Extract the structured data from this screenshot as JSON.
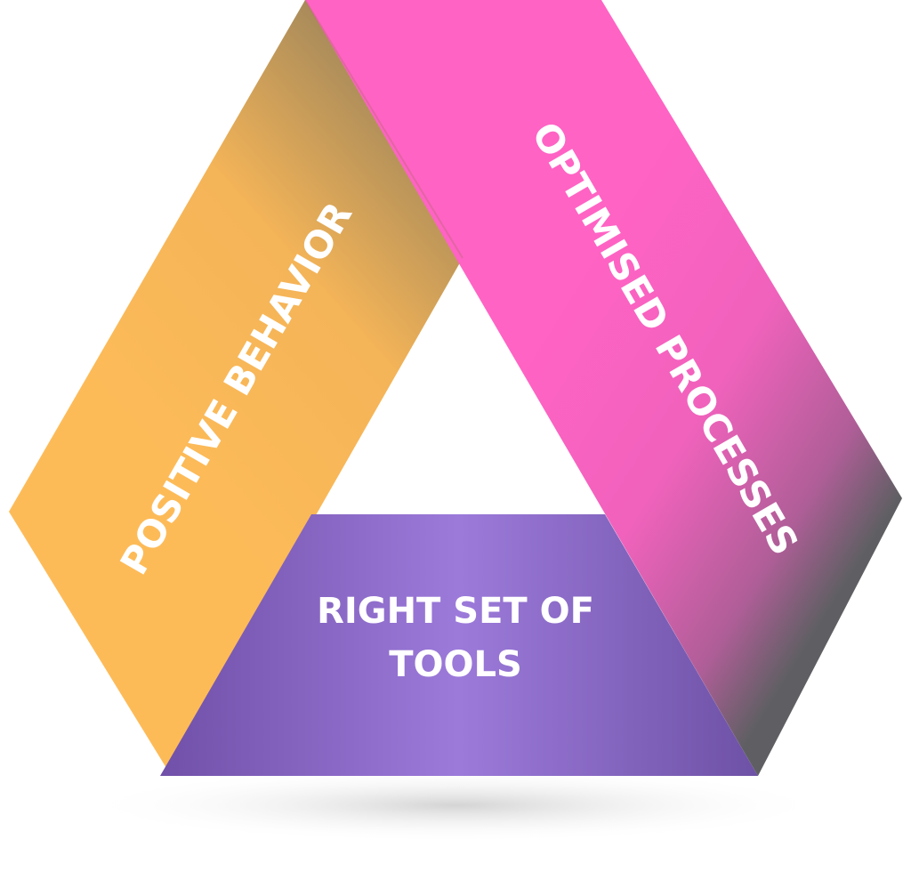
{
  "diagram": {
    "segments": [
      {
        "id": "left",
        "label": "POSITIVE BEHAVIOR",
        "colors": {
          "base": "#FDBB58",
          "shade": "#A3885A"
        }
      },
      {
        "id": "right",
        "label": "OPTIMISED PROCESSES",
        "colors": {
          "base": "#FF63C4",
          "shade": "#6A5F68"
        }
      },
      {
        "id": "bottom",
        "label_line1": "RIGHT SET OF",
        "label_line2": "TOOLS",
        "colors": {
          "base": "#9A76D8",
          "edge": "#7555AA"
        }
      }
    ],
    "label_color": "#FFFFFF",
    "shadow_color": "#D9D9D9"
  }
}
